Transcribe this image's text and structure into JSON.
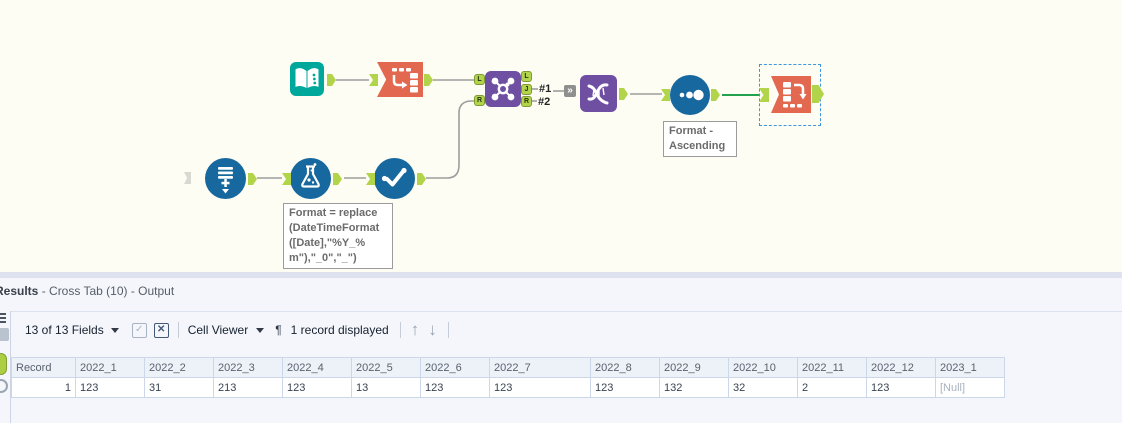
{
  "canvas": {
    "anchors": {
      "join_in": [
        "L",
        "R"
      ],
      "join_out": [
        "L",
        "J",
        "R"
      ]
    },
    "connection_labels": {
      "first": "#1",
      "second": "#2"
    },
    "wireless_glyph": "»",
    "annotations": {
      "formula_lines": [
        "Format = replace",
        "(DateTimeFormat",
        "([Date],\"%Y_%",
        "m\"),\"_0\",\"_\")"
      ],
      "sort_lines": [
        "Format -",
        "Ascending"
      ]
    },
    "icons": {
      "input-data-icon": "open-book",
      "transpose-icon": "row-to-column-arrow",
      "join-icon": "network-nodes",
      "union-icon": "braid-strands",
      "sort-icon": "three-ascending-dots",
      "cross-tab-icon": "column-to-row-arrow",
      "generate-rows-icon": "table-plus-down-arrow",
      "formula-icon": "flask",
      "select-icon": "checkmark-dots"
    },
    "colors": {
      "canvas_bg": "#fdfdf3",
      "tool_teal": "#00a79b",
      "tool_orange": "#e2694f",
      "tool_purple": "#6e4fa1",
      "tool_blue": "#17689e",
      "anchor_green": "#b2d44a",
      "wire_gray": "#9d9d9d",
      "wire_green": "#22a24c",
      "selection_blue": "#3d96e0"
    }
  },
  "results": {
    "title": {
      "app": "Results",
      "context": " - Cross Tab (10) - Output"
    },
    "toolbar": {
      "fields_dropdown": "13 of 13 Fields",
      "cell_viewer_dropdown": "Cell Viewer",
      "pilcrow": "¶",
      "record_count": "1 record displayed",
      "up_arrow": "↑",
      "down_arrow": "↓"
    },
    "table": {
      "headers": [
        "Record",
        "2022_1",
        "2022_2",
        "2022_3",
        "2022_4",
        "2022_5",
        "2022_6",
        "2022_7",
        "2022_8",
        "2022_9",
        "2022_10",
        "2022_11",
        "2022_12",
        "2023_1"
      ],
      "rows": [
        [
          "1",
          "123",
          "31",
          "213",
          "123",
          "13",
          "123",
          "123",
          "123",
          "132",
          "32",
          "2",
          "123",
          "[Null]"
        ]
      ]
    }
  }
}
